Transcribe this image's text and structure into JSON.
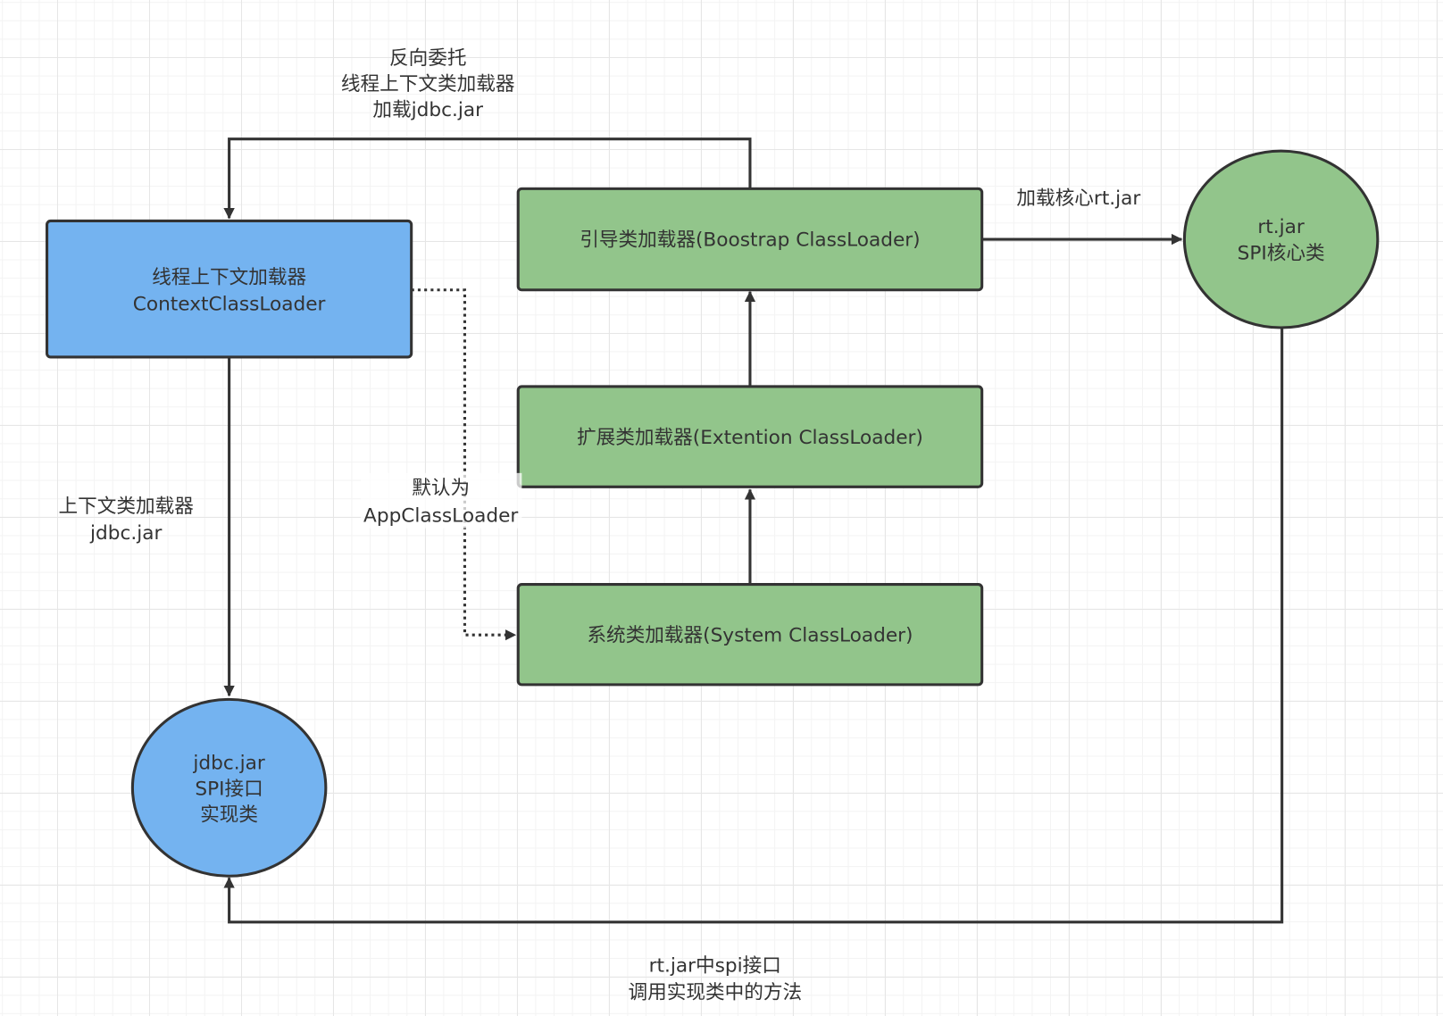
{
  "colors": {
    "blue_fill": "#74b3f0",
    "green_fill": "#92c58b",
    "stroke": "#333333",
    "text": "#333333"
  },
  "nodes": {
    "context_loader": {
      "line1": "线程上下文加载器",
      "line2": "ContextClassLoader"
    },
    "bootstrap_loader": {
      "label": "引导类加载器(Boostrap ClassLoader)"
    },
    "extension_loader": {
      "label": "扩展类加载器(Extention ClassLoader)"
    },
    "system_loader": {
      "label": "系统类加载器(System ClassLoader)"
    },
    "rt_jar": {
      "line1": "rt.jar",
      "line2": "SPI核心类"
    },
    "jdbc_jar": {
      "line1": "jdbc.jar",
      "line2": "SPI接口",
      "line3": "实现类"
    }
  },
  "edge_labels": {
    "reverse_delegation": {
      "line1": "反向委托",
      "line2": "线程上下文类加载器",
      "line3": "加载jdbc.jar"
    },
    "load_core": {
      "line1": "加载核心rt.jar"
    },
    "default_app": {
      "line1": "默认为",
      "line2": "AppClassLoader"
    },
    "context_jdbc": {
      "line1": "上下文类加载器",
      "line2": "jdbc.jar"
    },
    "spi_call": {
      "line1": "rt.jar中spi接口",
      "line2": "调用实现类中的方法"
    }
  }
}
